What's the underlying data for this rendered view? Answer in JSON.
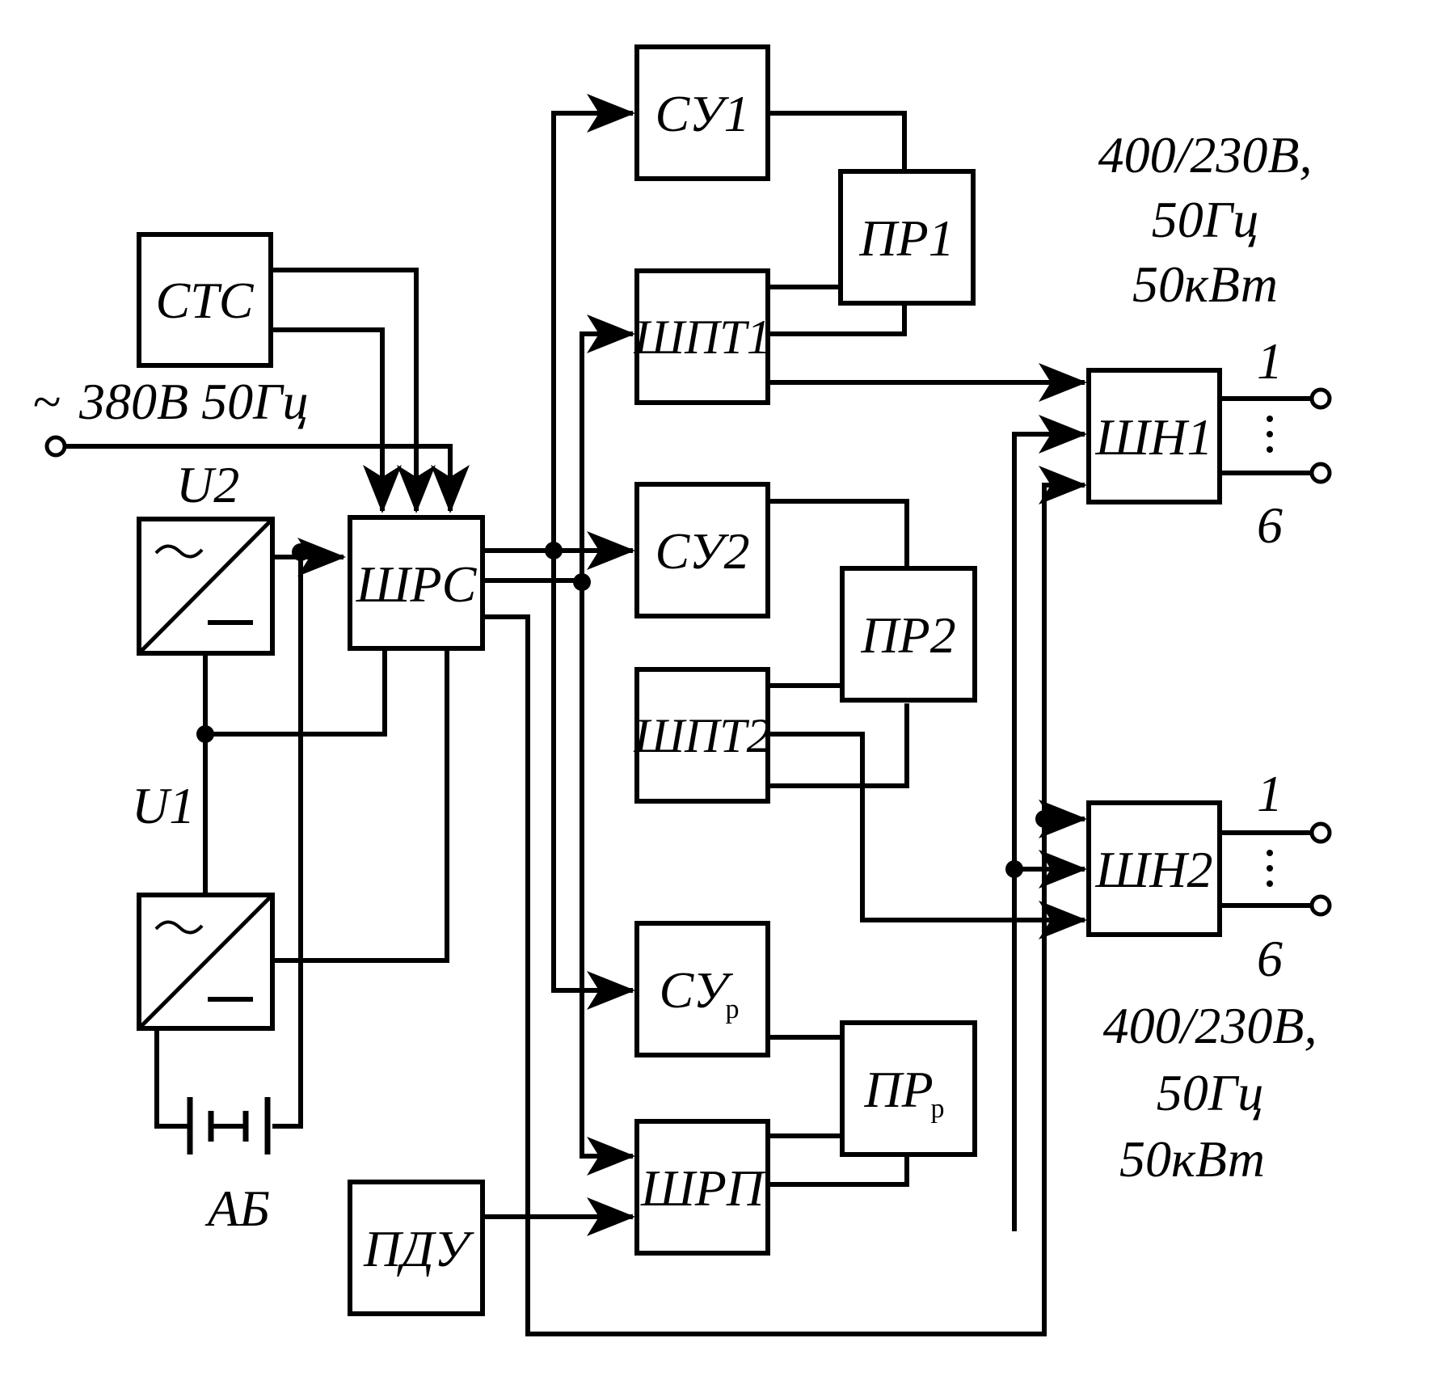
{
  "blocks": {
    "stc": "СТС",
    "shrs": "ШРС",
    "su1": "СУ1",
    "pr1": "ПР1",
    "shpt1": "ШПТ1",
    "su2": "СУ2",
    "pr2": "ПР2",
    "shpt2": "ШПТ2",
    "sur_main": "СУ",
    "sur_sub": "р",
    "prr_main": "ПР",
    "prr_sub": "р",
    "shrp": "ШРП",
    "pdu": "ПДУ",
    "shn1": "ШН1",
    "shn2": "ШН2"
  },
  "labels": {
    "input": "380В 50Гц",
    "tilde": "~",
    "u2": "U2",
    "u1": "U1",
    "ab": "АБ"
  },
  "outputs": {
    "top": {
      "spec_line1": "400/230В,",
      "spec_line2": "50Гц",
      "spec_line3": "50кВт",
      "first": "1",
      "last": "6"
    },
    "bottom": {
      "spec_line1": "400/230В,",
      "spec_line2": "50Гц",
      "spec_line3": "50кВт",
      "first": "1",
      "last": "6"
    }
  }
}
